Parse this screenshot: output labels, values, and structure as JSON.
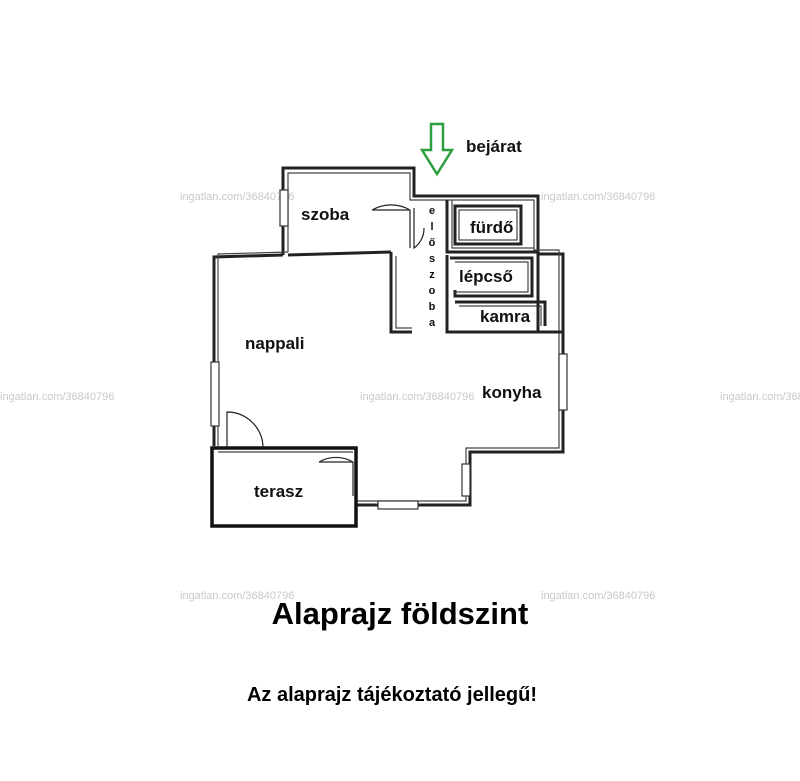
{
  "arrow_color": "#2e9e3e",
  "labels": {
    "entrance": "bejárat",
    "szoba": "szoba",
    "furdo": "fürdő",
    "lepcso": "lépcső",
    "kamra": "kamra",
    "nappali": "nappali",
    "konyha": "konyha",
    "terasz": "terasz",
    "eloszoba_letters": [
      "e",
      "l",
      "ő",
      "s",
      "z",
      "o",
      "b",
      "a"
    ]
  },
  "watermark": "ingatlan.com/36840796",
  "title": "Alaprajz földszint",
  "note": "Az alaprajz tájékoztató jellegű!"
}
